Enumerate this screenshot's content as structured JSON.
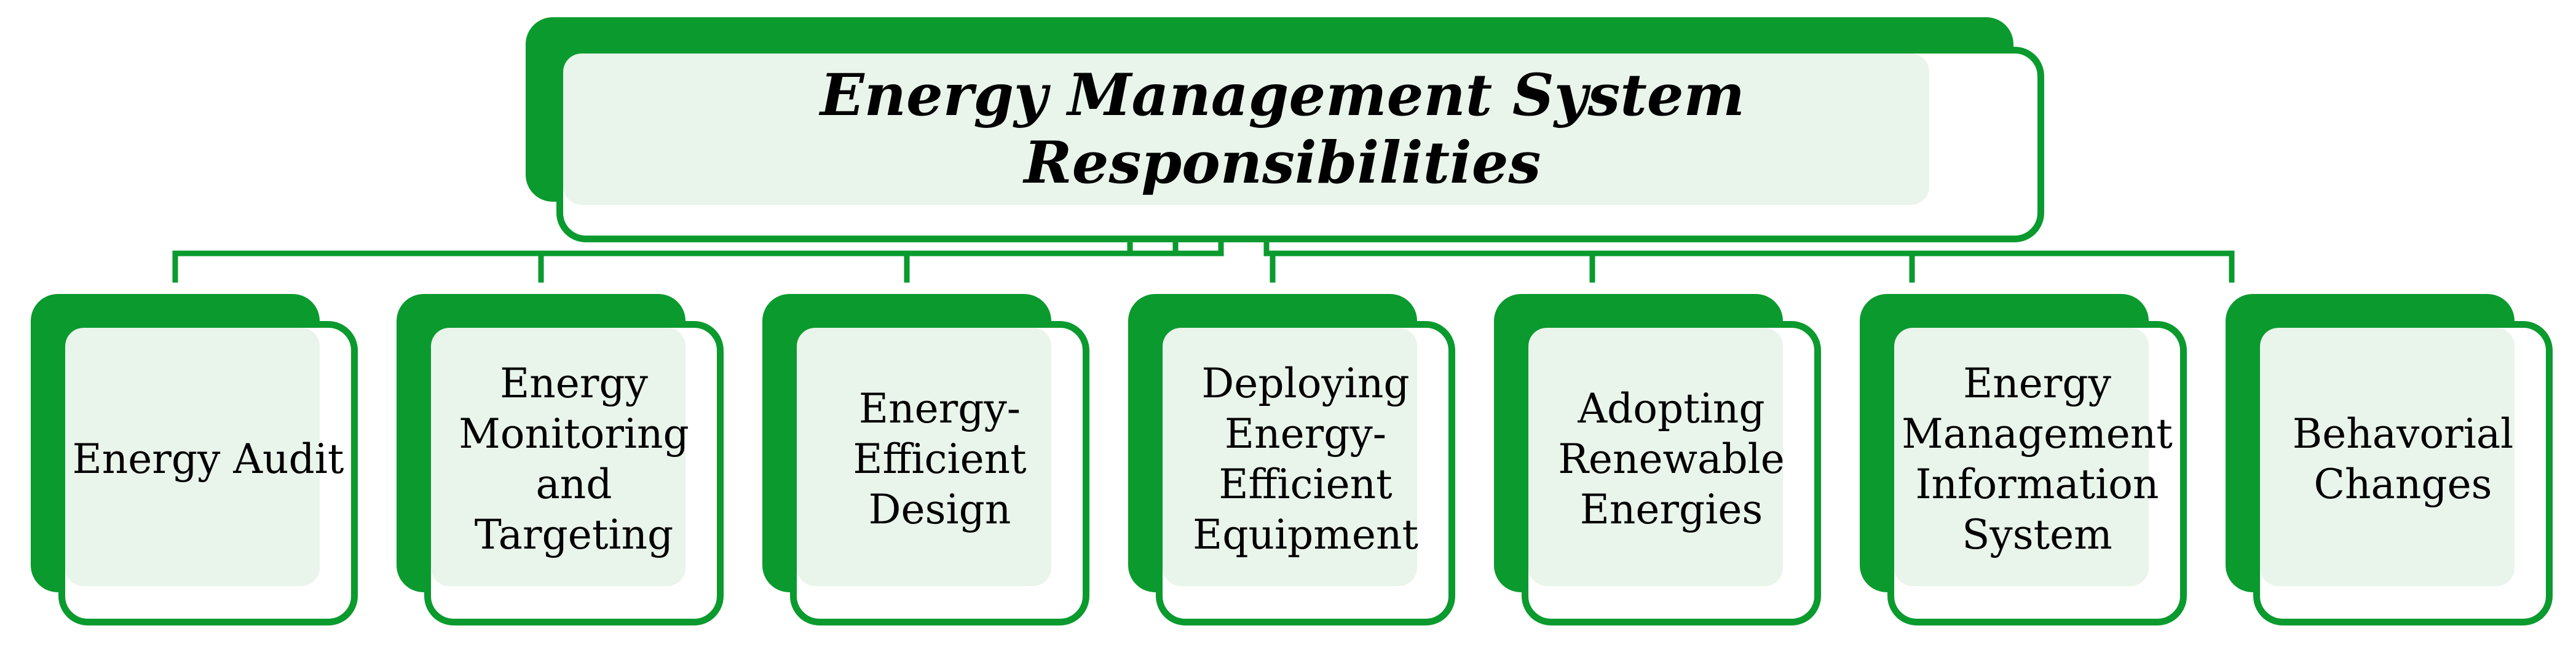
{
  "title": "Energy Management System Responsibilities",
  "responsibilities": [
    "Energy Audit",
    "Energy\nMonitoring\nand Targeting",
    "Energy-\nEfficient\nDesign",
    "Deploying\nEnergy-\nEfficient\nEquipment",
    "Adopting\nRenewable\nEnergies",
    "Energy\nManagement\nInformation\nSystem",
    "Behavorial\nChanges"
  ],
  "colors": {
    "accent": "#0a9a2e",
    "box_fill": "#e9f4ea",
    "connector": "#0a9a2e"
  }
}
